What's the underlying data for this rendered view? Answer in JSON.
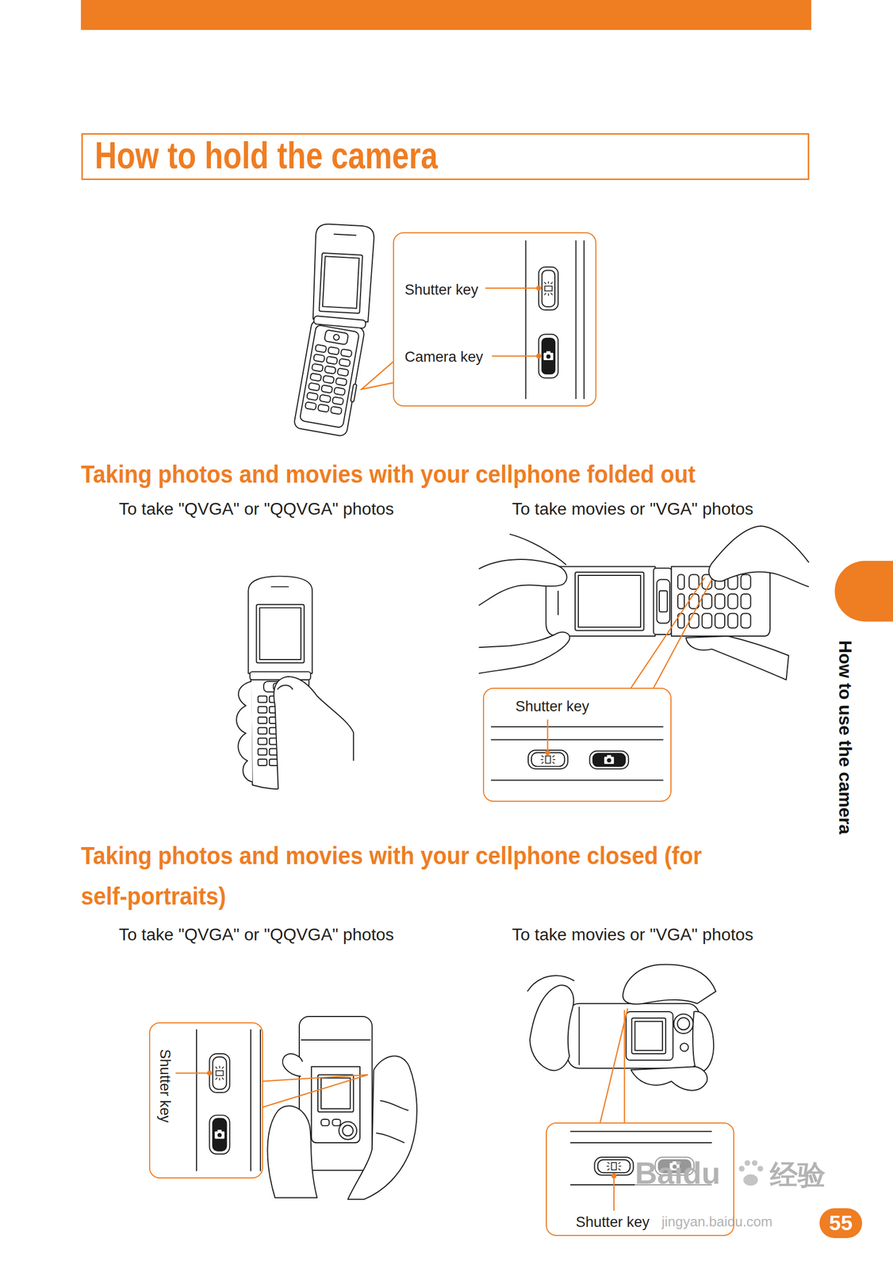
{
  "diagram": {
    "title": "How to hold the camera",
    "nodes": [
      {
        "text": [
          "Shutter key",
          "Camera key"
        ]
      },
      {
        "text": [
          "Shutter key"
        ]
      },
      {
        "text": [
          "Shutter key"
        ]
      },
      {
        "text": [
          "Shutter key"
        ]
      },
      {
        "text": [
          "55"
        ]
      }
    ],
    "labels": [
      "Taking photos and movies with your cellphone folded out",
      "To take \"QVGA\" or \"QQVGA\" photos",
      "To take movies or \"VGA\" photos",
      "Taking photos and movies with your cellphone closed (for self-portraits)",
      "To take \"QVGA\" or \"QQVGA\" photos",
      "To take movies or \"VGA\" photos",
      "How to use the camera",
      "Baidu",
      "经验",
      "jingyan.baidu.com"
    ]
  }
}
